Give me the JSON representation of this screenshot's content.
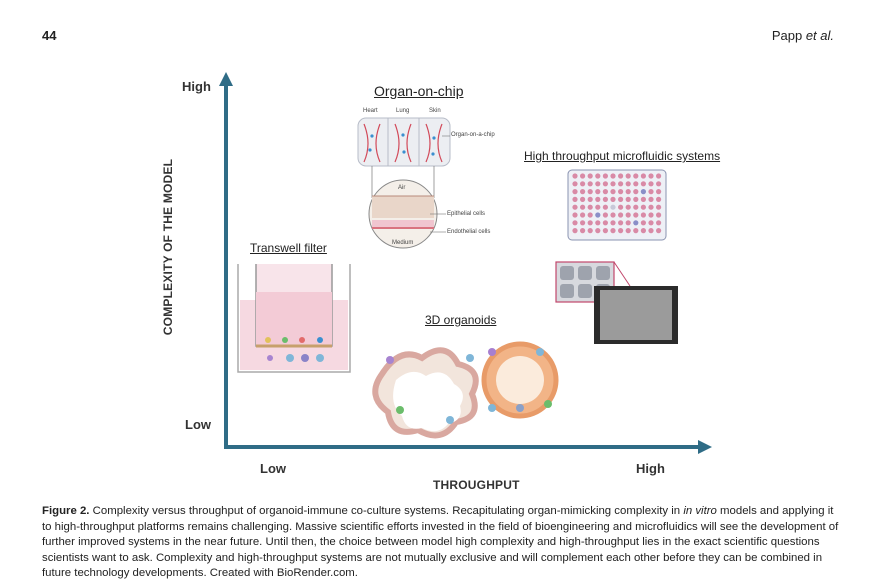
{
  "header": {
    "page_number": "44",
    "authors": "Papp",
    "etal": "et al."
  },
  "figure": {
    "y_axis": {
      "title": "COMPLEXITY OF THE MODEL",
      "high": "High",
      "low": "Low"
    },
    "x_axis": {
      "title": "THROUGHPUT",
      "low": "Low",
      "high": "High"
    },
    "panels": {
      "organ_on_chip": {
        "title": "Organ-on-chip",
        "organs": [
          "Heart",
          "Lung",
          "Skin"
        ],
        "device_label": "Organ-on-a-chip",
        "air": "Air",
        "medium": "Medium",
        "epithelial": "Epithelial cells",
        "endothelial": "Endothelial cells"
      },
      "microfluidic": {
        "title": "High throughput microfluidic systems"
      },
      "transwell": {
        "title": "Transwell filter"
      },
      "organoids": {
        "title": "3D organoids"
      }
    },
    "colors": {
      "axis": "#2f6c86",
      "well_pink": "#d98aa6",
      "plate_border": "#8a93b0"
    }
  },
  "caption": {
    "label": "Figure 2.",
    "text_1": " Complexity versus throughput of organoid-immune co-culture systems. Recapitulating organ-mimicking complexity in ",
    "italic": "in vitro",
    "text_2": " models and applying it to high-throughput platforms remains challenging. Massive scientific efforts invested in the field of bioengineering and microfluidics will see the development of further improved systems in the near future. Until then, the choice between model high complexity and high-throughput lies in the exact scientific questions scientists want to ask. Complexity and high-throughput systems are not mutually exclusive and will complement each other before they can be combined in future technology developments. Created with BioRender.com."
  }
}
